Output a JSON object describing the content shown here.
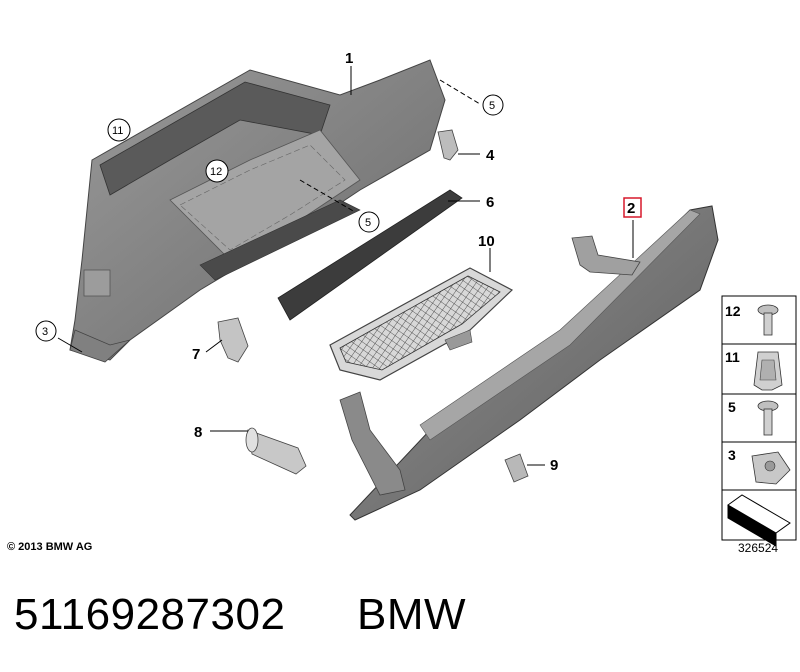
{
  "callouts": {
    "c1": "1",
    "c2": "2",
    "c3": "3",
    "c4": "4",
    "c5a": "5",
    "c5b": "5",
    "c6": "6",
    "c7": "7",
    "c8": "8",
    "c9": "9",
    "c10": "10",
    "c11": "11",
    "c12": "12"
  },
  "legend": [
    "12",
    "11",
    "5",
    "3"
  ],
  "copyright": "© 2013 BMW AG",
  "reference_number": "326524",
  "part_number": "51169287302",
  "brand": "BMW",
  "colors": {
    "part_dark": "#6e6e6e",
    "part_mid": "#8c8c8c",
    "part_light": "#b4b4b4",
    "highlight_box": "#d7192b"
  }
}
